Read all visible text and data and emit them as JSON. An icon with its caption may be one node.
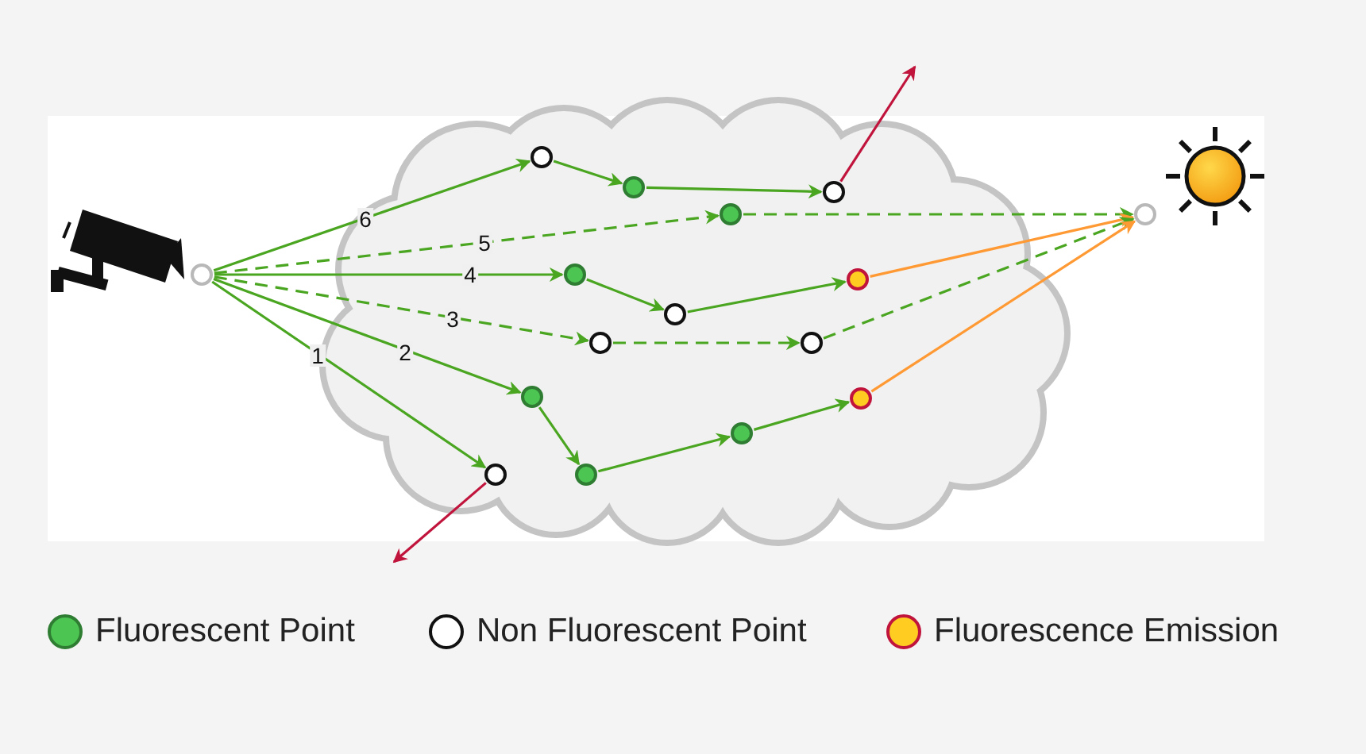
{
  "diagram": {
    "nodes": [
      {
        "text": [],
        "shape": "circle"
      },
      {
        "text": [],
        "shape": "circle"
      },
      {
        "text": [],
        "shape": "circle"
      },
      {
        "text": [],
        "shape": "circle"
      },
      {
        "text": [],
        "shape": "circle"
      },
      {
        "text": [],
        "shape": "circle"
      },
      {
        "text": [],
        "shape": "circle"
      },
      {
        "text": [],
        "shape": "circle"
      },
      {
        "text": [],
        "shape": "circle"
      },
      {
        "text": [],
        "shape": "circle"
      },
      {
        "text": [],
        "shape": "circle"
      },
      {
        "text": [],
        "shape": "circle"
      },
      {
        "text": [],
        "shape": "circle"
      },
      {
        "text": [],
        "shape": "circle"
      },
      {
        "text": [],
        "shape": "circle"
      },
      {
        "text": [],
        "shape": "circle"
      }
    ],
    "edges": [
      {
        "from": 0,
        "to": 1,
        "arrow": "to",
        "label": "6"
      },
      {
        "from": 1,
        "to": 2,
        "arrow": "to"
      },
      {
        "from": 2,
        "to": 3,
        "arrow": "to"
      },
      {
        "from": 3,
        "to": null,
        "arrow": "to",
        "color": "#c0143c"
      },
      {
        "from": 0,
        "to": 4,
        "arrow": "to",
        "label": "5",
        "style": "dashed"
      },
      {
        "from": 4,
        "to": 15,
        "arrow": "to",
        "style": "dashed"
      },
      {
        "from": 0,
        "to": 5,
        "arrow": "to",
        "label": "4"
      },
      {
        "from": 5,
        "to": 6,
        "arrow": "to"
      },
      {
        "from": 6,
        "to": 7,
        "arrow": "to"
      },
      {
        "from": 7,
        "to": 15,
        "arrow": "to",
        "color": "#ff9933"
      },
      {
        "from": 0,
        "to": 8,
        "arrow": "to",
        "label": "3",
        "style": "dashed"
      },
      {
        "from": 8,
        "to": 9,
        "arrow": "to",
        "style": "dashed"
      },
      {
        "from": 9,
        "to": 15,
        "arrow": "to",
        "style": "dashed"
      },
      {
        "from": 0,
        "to": 10,
        "arrow": "to",
        "label": "2"
      },
      {
        "from": 10,
        "to": 11,
        "arrow": "to"
      },
      {
        "from": 11,
        "to": 12,
        "arrow": "to"
      },
      {
        "from": 12,
        "to": 13,
        "arrow": "to"
      },
      {
        "from": 13,
        "to": 15,
        "arrow": "to",
        "color": "#ff9933"
      },
      {
        "from": 0,
        "to": 14,
        "arrow": "to",
        "label": "1"
      },
      {
        "from": 14,
        "to": null,
        "arrow": "to",
        "color": "#c0143c"
      }
    ],
    "legend": [
      {
        "text": "Fluorescent Point",
        "color": "#4cc552"
      },
      {
        "text": "Non Fluorescent Point",
        "color": "#ffffff"
      },
      {
        "text": "Fluorescence Emission",
        "color": "#ffcc22"
      }
    ]
  }
}
